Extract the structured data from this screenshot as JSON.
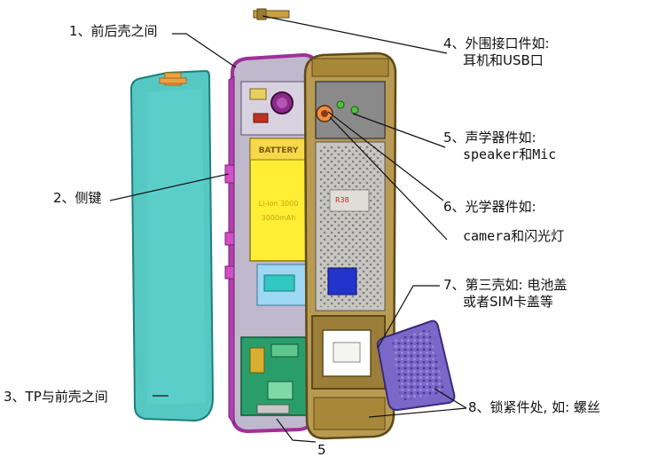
{
  "labels": {
    "l1": "1、前后壳之间",
    "l2": "2、侧键",
    "l3": "3、TP与前壳之间",
    "l4_line1": "4、外围接口件如:",
    "l4_line2": "耳机和USB口",
    "l5_line1": "5、声学器件如:",
    "l5_line2": "speaker和Mic",
    "l6_line1": "6、光学器件如:",
    "l6_line2": "camera和闪光灯",
    "l7_line1": "7、第三壳如: 电池盖",
    "l7_line2": "或者SIM卡盖等",
    "l8": "8、锁紧件处, 如: 螺丝",
    "l5_bottom": "5"
  },
  "parts": {
    "battery_label": "BATTERY",
    "battery_line1": "Li-ion 3000",
    "battery_line2": "3000mAh",
    "model_text": "R38"
  },
  "colors": {
    "screen": "#55c8c4",
    "frame": "#a0309a",
    "back_cover": "#b99a52",
    "battery_yellow": "#ffee33",
    "pcb_green": "#2a9e6a",
    "speaker_blue": "#2233cc",
    "plate_purple": "#7a68c8",
    "lead_line": "#111111"
  }
}
